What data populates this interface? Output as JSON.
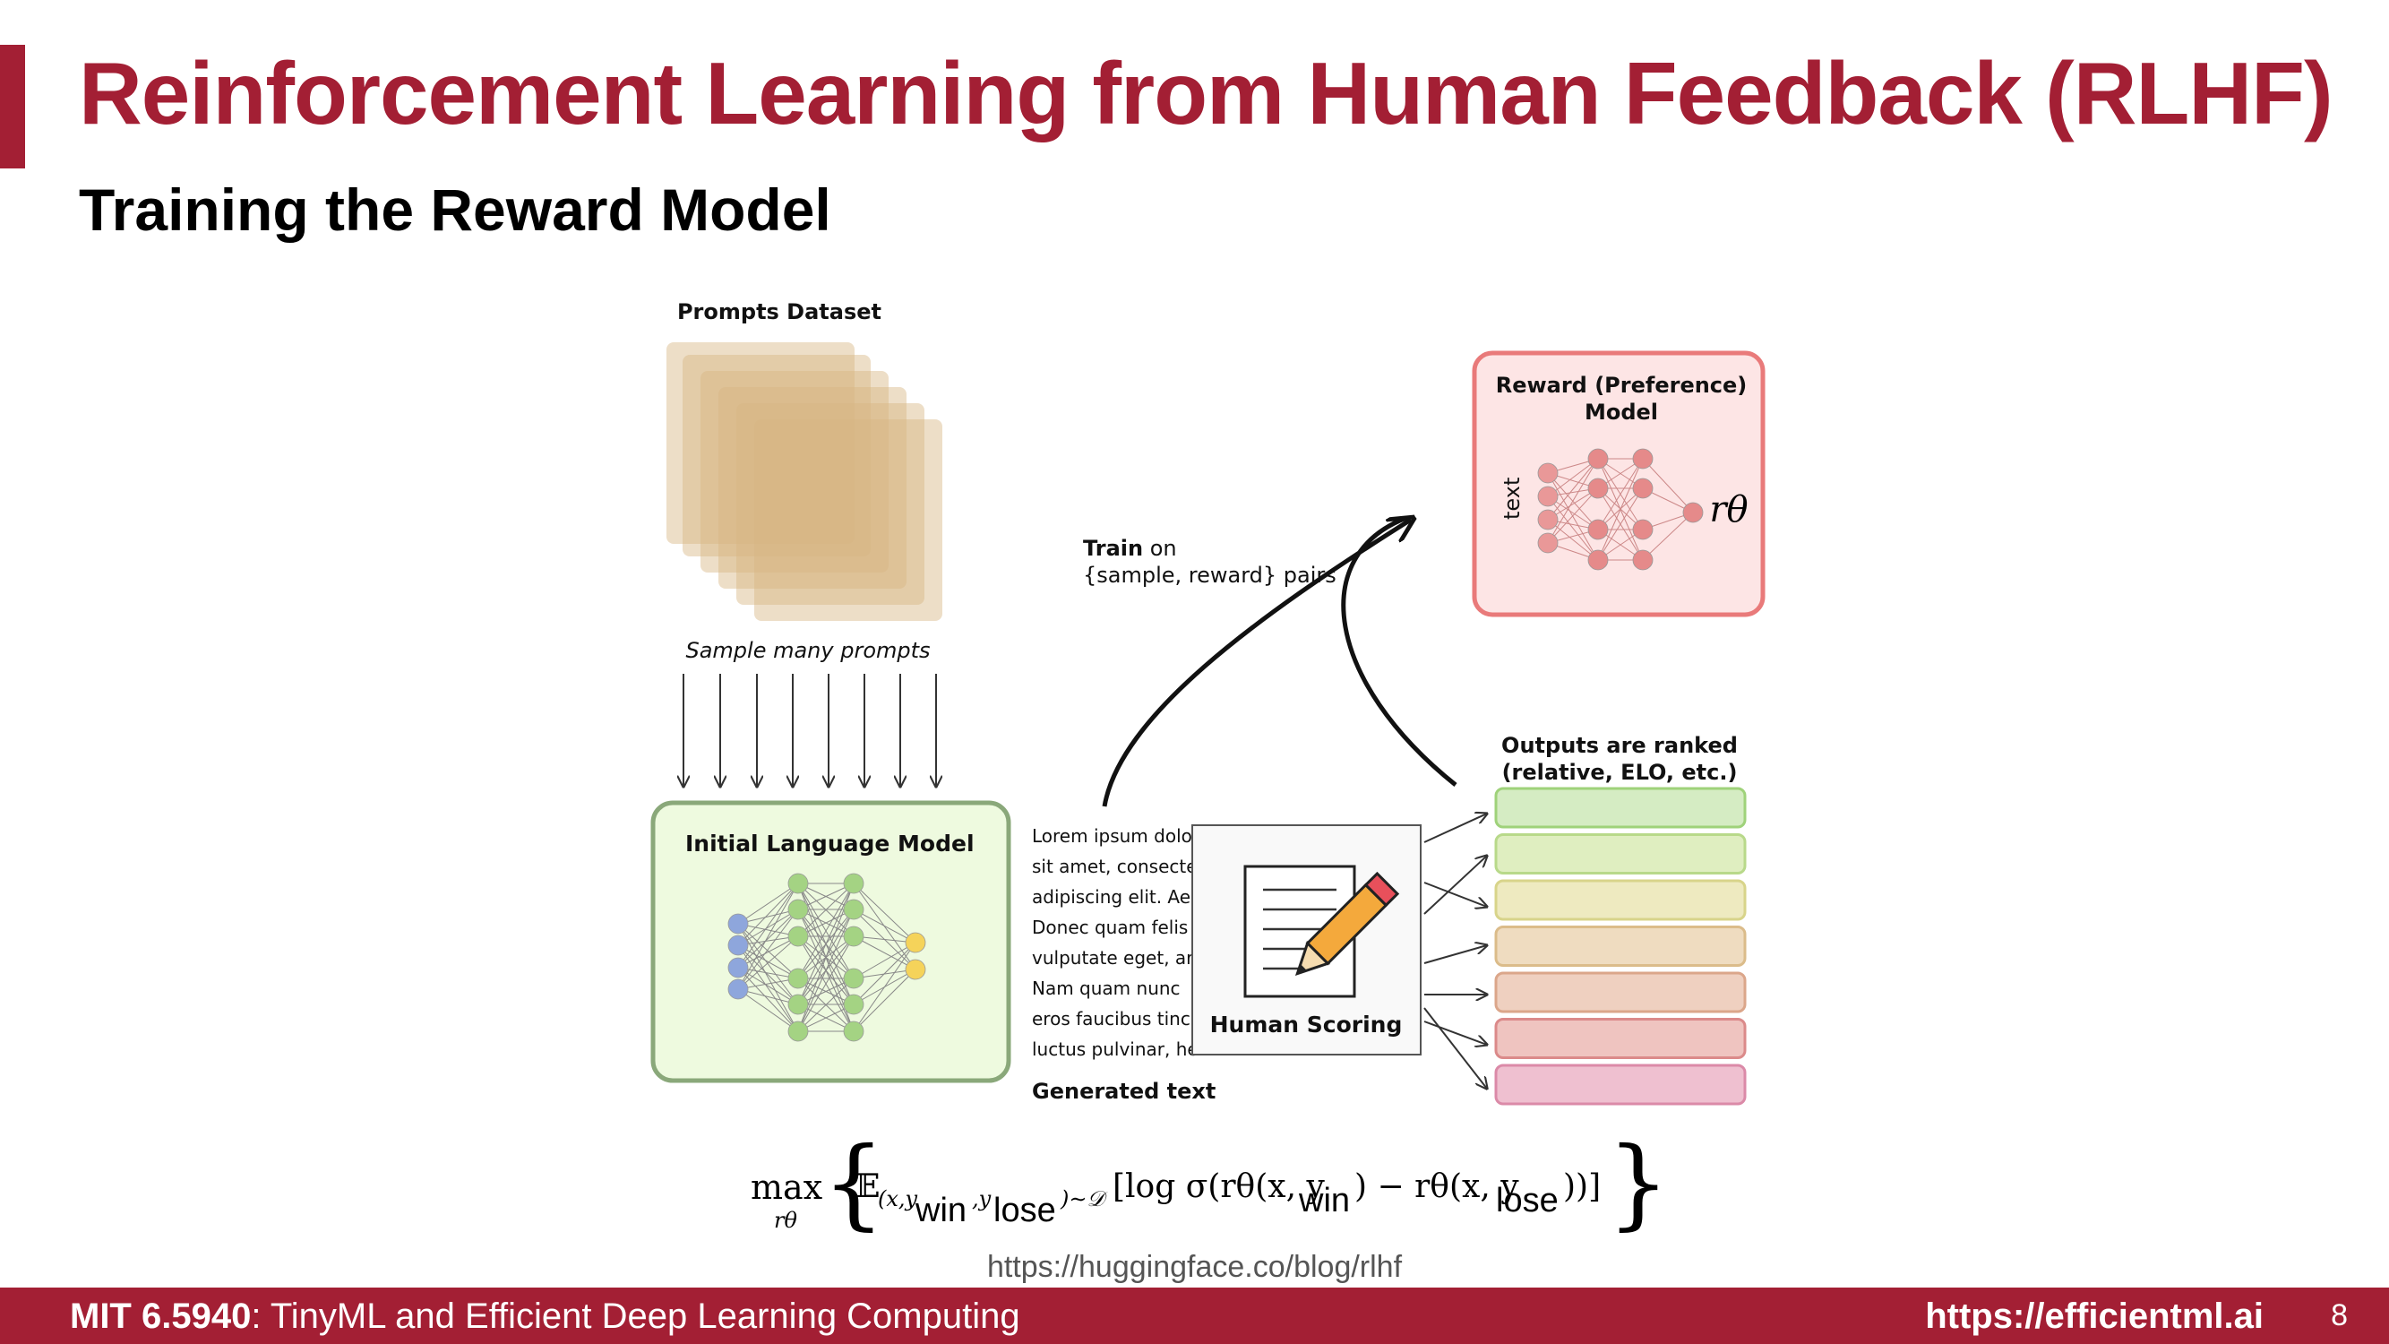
{
  "title": "Reinforcement Learning from Human Feedback (RLHF)",
  "subtitle": "Training the Reward Model",
  "diagram": {
    "prompts_dataset": "Prompts Dataset",
    "sample_caption": "Sample many prompts",
    "initial_lm": "Initial Language Model",
    "generated_text_lines": [
      "Lorem ipsum dolor",
      "sit amet, consectet",
      "adipiscing elit. Aen",
      "Donec quam felis",
      "vulputate eget, arc",
      "Nam quam nunc",
      "eros faucibus tincic",
      "luctus pulvinar, her"
    ],
    "generated_text_label": "Generated text",
    "human_scoring": "Human Scoring",
    "outputs_ranked_line1": "Outputs are ranked",
    "outputs_ranked_line2": "(relative, ELO, etc.)",
    "train_on_bold": "Train",
    "train_on_rest": " on",
    "train_on_line2": "{sample, reward} pairs",
    "reward_model_line1": "Reward (Preference)",
    "reward_model_line2": "Model",
    "reward_input_label": "text",
    "reward_output_symbol": "rθ",
    "ranked_colors": [
      "#d5ecc3",
      "#dfeec0",
      "#eeeac0",
      "#efdcc0",
      "#efd0c0",
      "#efc4c0",
      "#efc0d0"
    ],
    "ranked_border_colors": [
      "#9fd27a",
      "#b8d98a",
      "#d8d48a",
      "#dbbc8a",
      "#dba68a",
      "#db8a8a",
      "#db8aa8"
    ]
  },
  "formula": {
    "max": "max",
    "sub": "rθ",
    "body_a": "𝔼",
    "body_sub": "(x,y",
    "win": "win",
    "comma": ",y",
    "lose": "lose",
    "dist": ")∼𝒟",
    "bracket": "[log σ(rθ(x, y",
    "minus": ") − rθ(x, y",
    "close": "))]"
  },
  "citation": "https://huggingface.co/blog/rlhf",
  "footer": {
    "course_bold": "MIT 6.5940",
    "course_rest": ": TinyML and Efficient Deep Learning Computing",
    "url": "https://efficientml.ai",
    "page": "8"
  }
}
